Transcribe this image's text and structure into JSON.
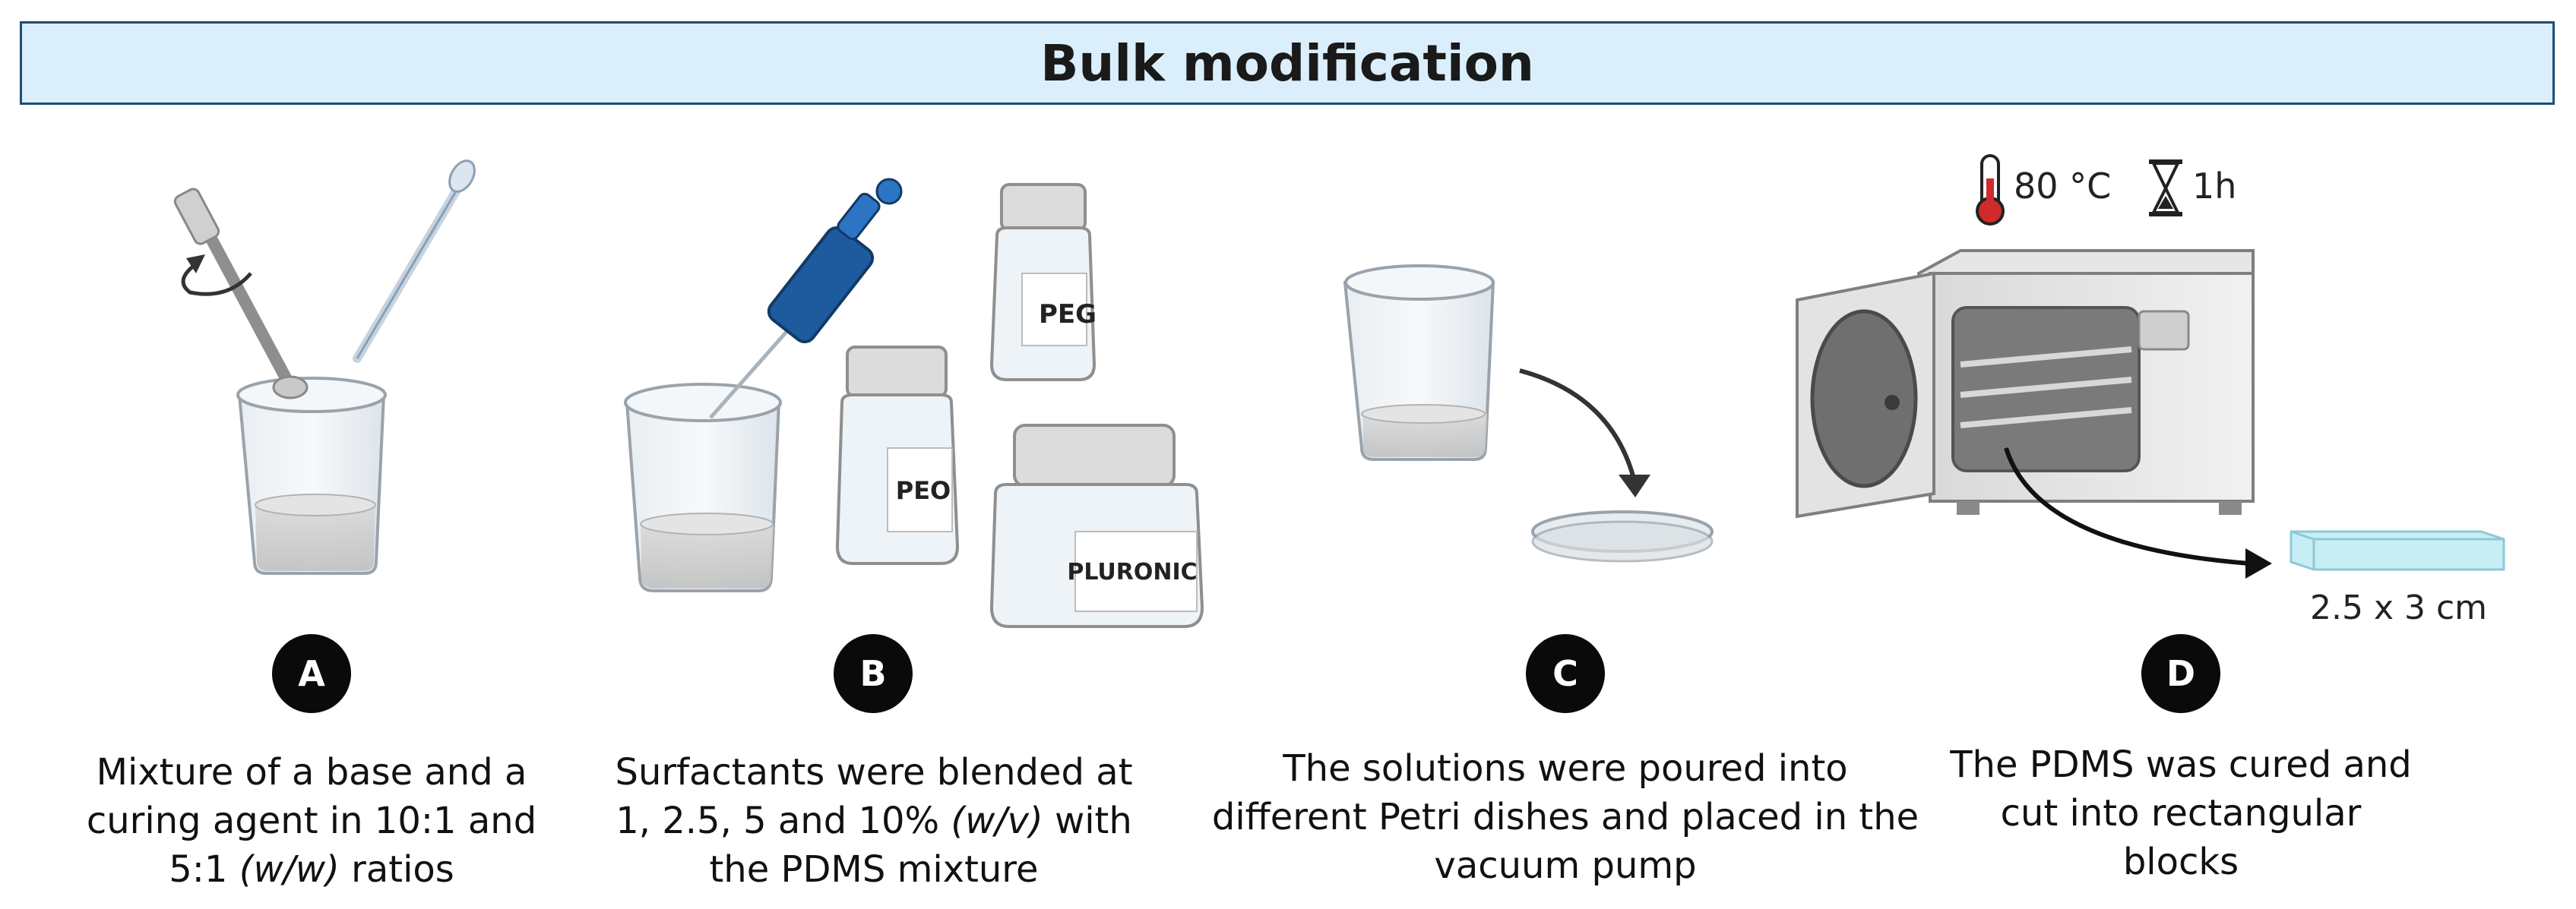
{
  "header": {
    "title": "Bulk modification"
  },
  "steps": [
    {
      "badge": "A",
      "caption_pre": "Mixture of a base and a curing agent in 10:1 and 5:1 ",
      "caption_em": "(w/w)",
      "caption_post": " ratios"
    },
    {
      "badge": "B",
      "caption_pre": "Surfactants were blended at 1, 2.5, 5 and 10% ",
      "caption_em": "(w/v)",
      "caption_post": " with the PDMS mixture"
    },
    {
      "badge": "C",
      "caption_pre": "The solutions were poured into different Petri dishes and placed in the vacuum pump",
      "caption_em": "",
      "caption_post": ""
    },
    {
      "badge": "D",
      "caption_pre": "The PDMS was cured and cut into rectangular blocks",
      "caption_em": "",
      "caption_post": ""
    }
  ],
  "bottles": {
    "peg": "PEG",
    "peo": "PEO",
    "pluronic": "PLURONIC"
  },
  "oven": {
    "temperature": "80 °C",
    "time": "1h",
    "icons": [
      "thermometer-icon",
      "hourglass-icon"
    ]
  },
  "block": {
    "dimensions": "2.5 x 3 cm"
  }
}
